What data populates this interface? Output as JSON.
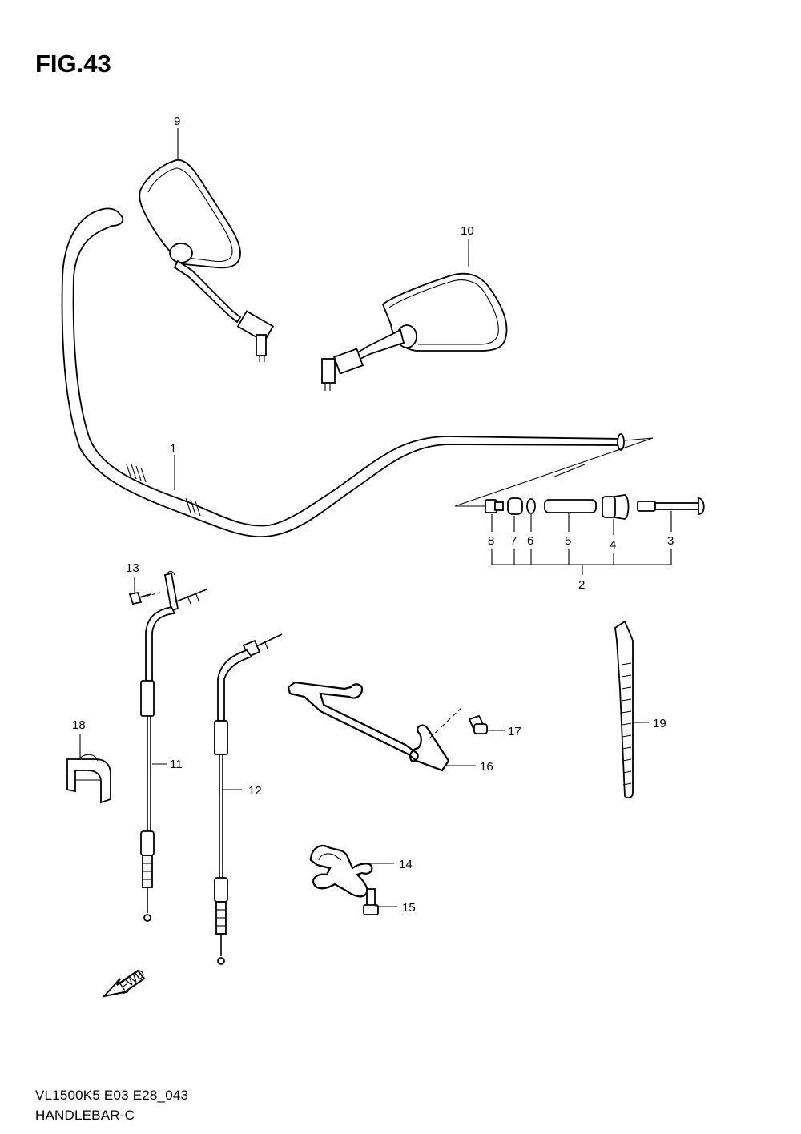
{
  "figure": {
    "title": "FIG.43",
    "model_code": "VL1500K5  E03  E28_043",
    "section_name": "HANDLEBAR-C"
  },
  "callouts": [
    "1",
    "2",
    "3",
    "4",
    "5",
    "6",
    "7",
    "8",
    "9",
    "10",
    "11",
    "12",
    "13",
    "14",
    "15",
    "16",
    "17",
    "18",
    "19"
  ],
  "fwd_label": "FWD"
}
